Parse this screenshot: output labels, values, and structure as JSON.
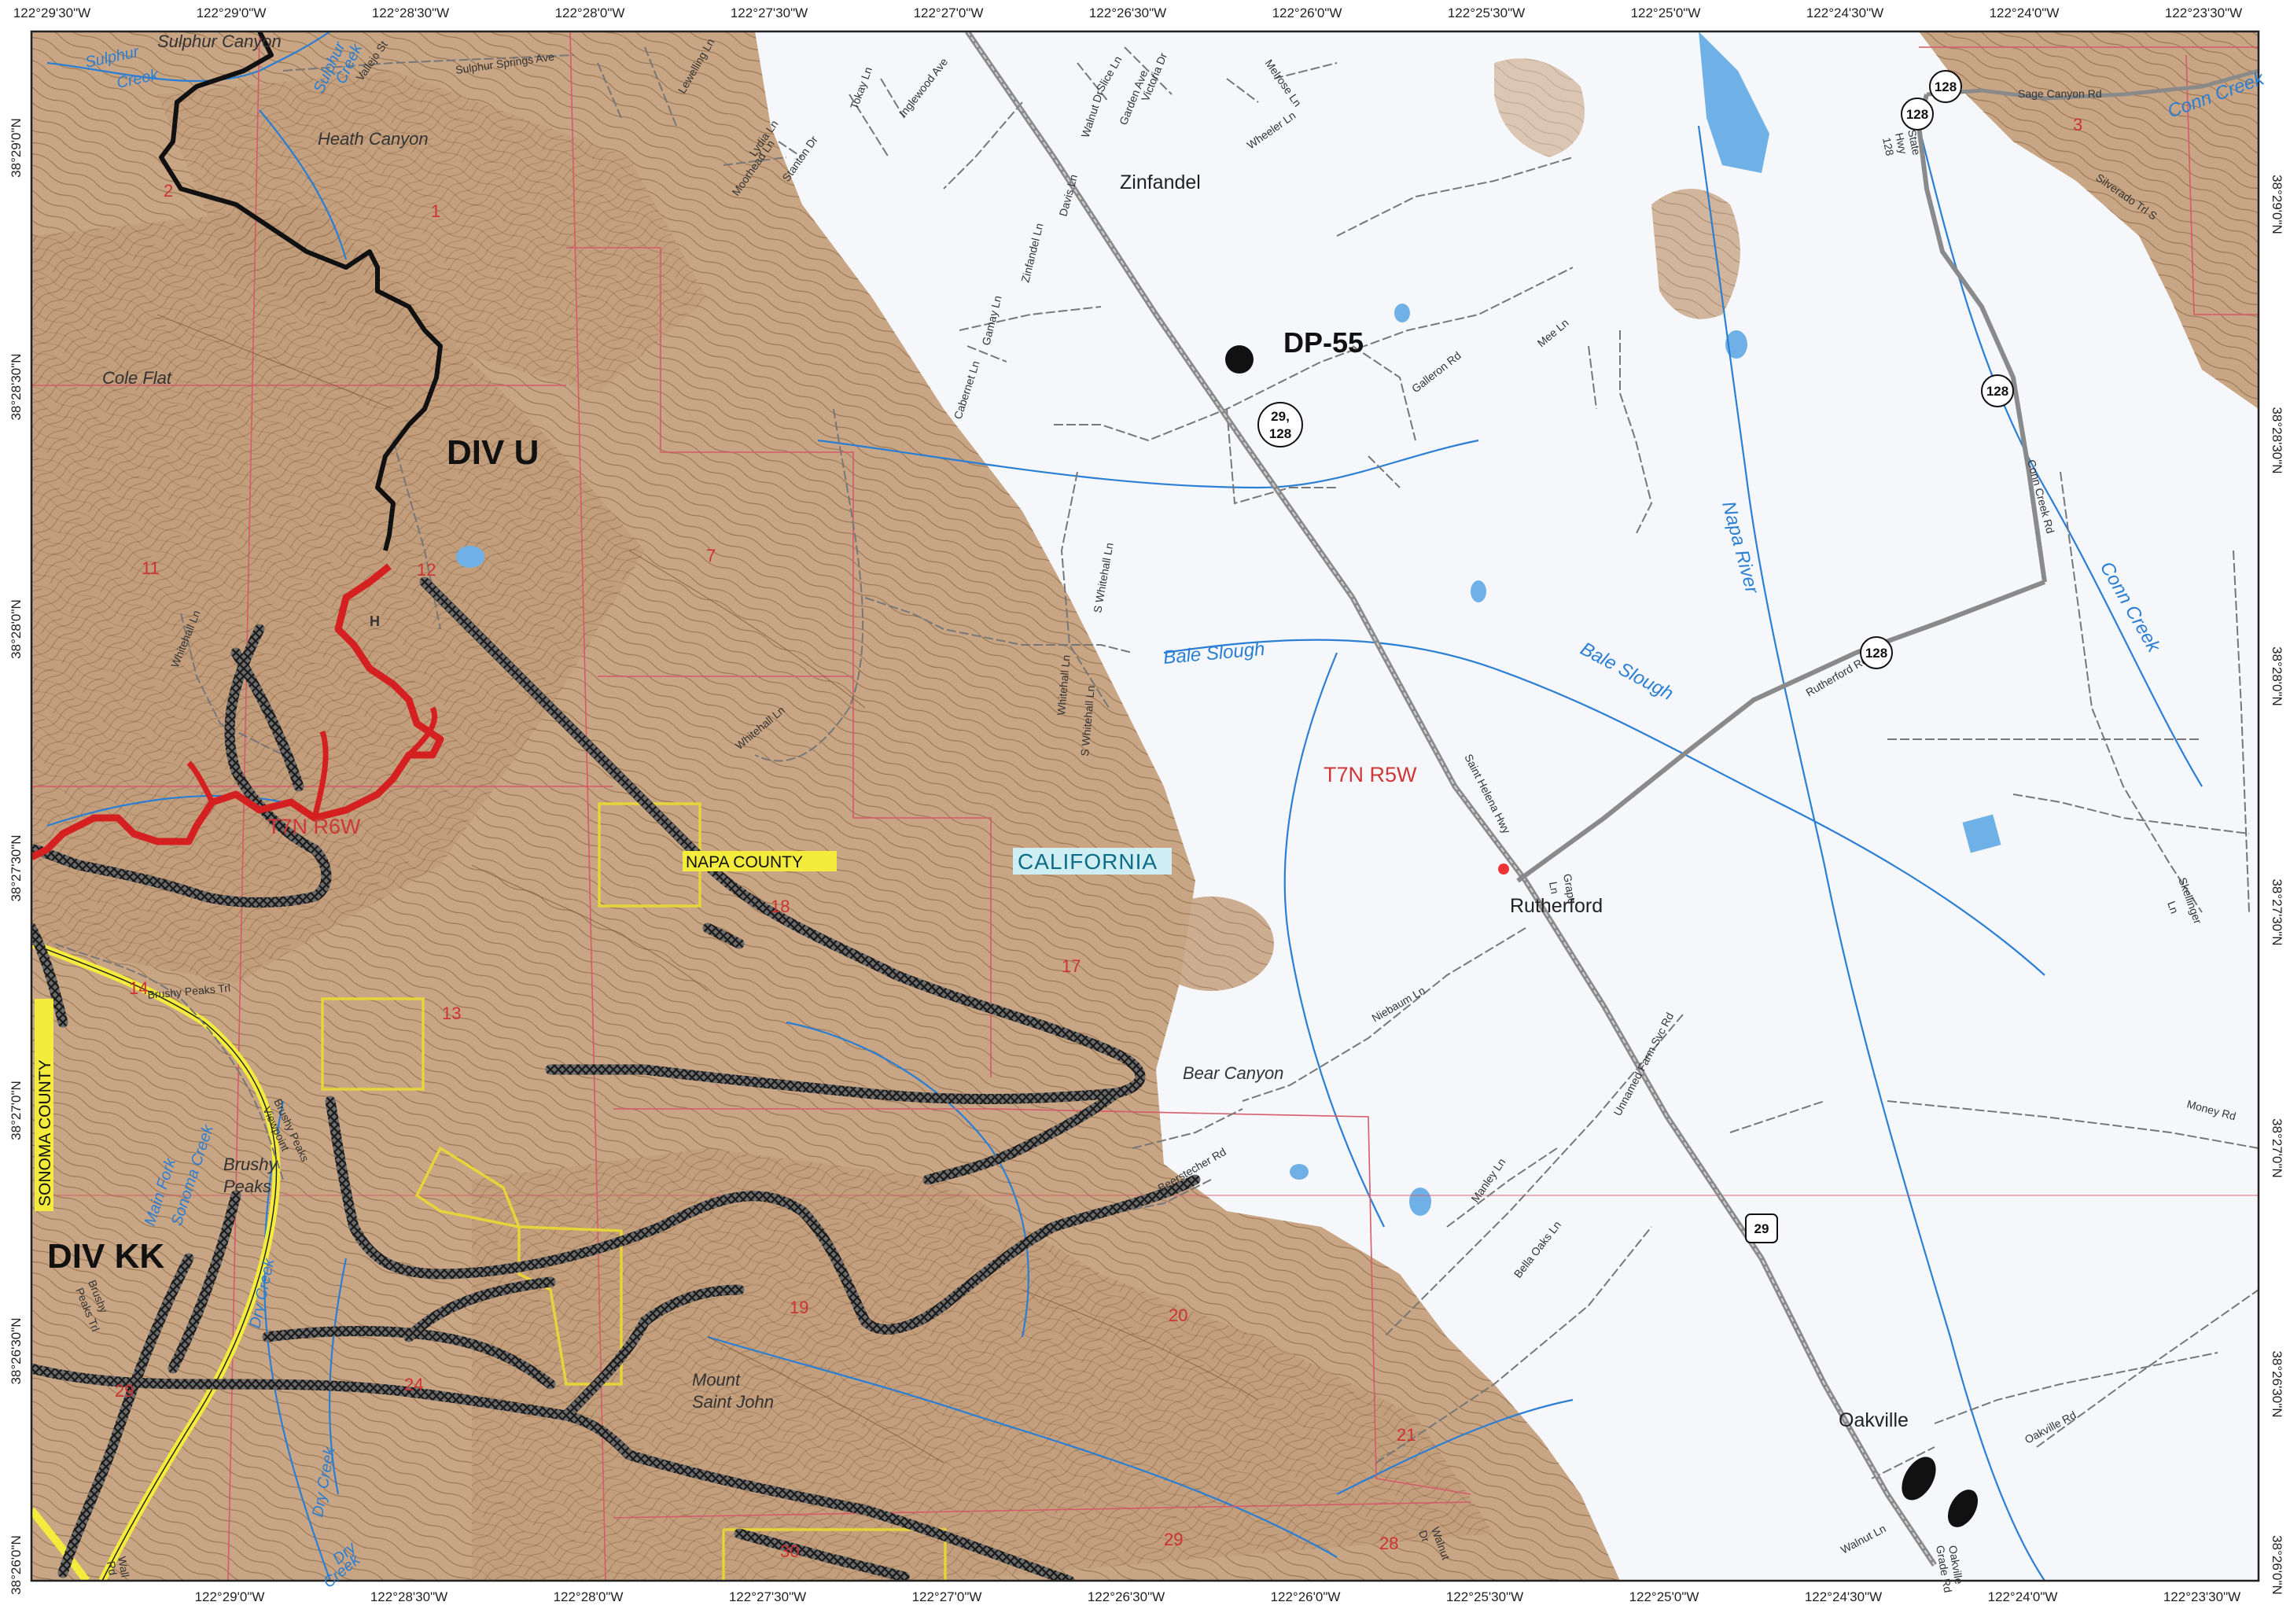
{
  "map": {
    "coordinates": {
      "top": [
        "122°29'30\"W",
        "122°29'0\"W",
        "122°28'30\"W",
        "122°28'0\"W",
        "122°27'30\"W",
        "122°27'0\"W",
        "122°26'30\"W",
        "122°26'0\"W",
        "122°25'30\"W",
        "122°25'0\"W",
        "122°24'30\"W",
        "122°24'0\"W",
        "122°23'30\"W"
      ],
      "bottom": [
        "122°29'0\"W",
        "122°28'30\"W",
        "122°28'0\"W",
        "122°27'30\"W",
        "122°27'0\"W",
        "122°26'30\"W",
        "122°26'0\"W",
        "122°25'30\"W",
        "122°25'0\"W",
        "122°24'30\"W",
        "122°24'0\"W",
        "122°23'30\"W"
      ],
      "left": [
        "38°29'0\"N",
        "38°28'30\"N",
        "38°28'0\"N",
        "38°27'30\"N",
        "38°27'0\"N",
        "38°26'30\"N",
        "38°26'0\"N"
      ],
      "right": [
        "38°29'0\"N",
        "38°28'30\"N",
        "38°28'0\"N",
        "38°27'30\"N",
        "38°27'0\"N",
        "38°26'30\"N",
        "38°26'0\"N"
      ]
    },
    "divisions": {
      "div_u": "DIV U",
      "div_kk": "DIV KK"
    },
    "drop_point": "DP-55",
    "towns": {
      "zinfandel": "Zinfandel",
      "rutherford": "Rutherford",
      "oakville": "Oakville"
    },
    "places": {
      "sulphur_canyon": "Sulphur Canyon",
      "heath_canyon": "Heath Canyon",
      "cole_flat": "Cole Flat",
      "bear_canyon": "Bear Canyon",
      "mount_saint_john_1": "Mount",
      "mount_saint_john_2": "Saint John",
      "brushy_peaks_1": "Brushy",
      "brushy_peaks_2": "Peaks"
    },
    "water": {
      "napa_river": "Napa River",
      "conn_creek_1": "Conn Creek",
      "conn_creek_2": "Conn Creek",
      "bale_slough_1": "Bale Slough",
      "bale_slough_2": "Bale Slough",
      "sulphur_creek_1": "Sulphur",
      "sulphur_creek_2": "Creek",
      "sulphur_creek_3": "Sulphur",
      "sulphur_creek_4": "Creek",
      "dry_creek_1": "Dry Creek",
      "dry_creek_2": "Dry Creek",
      "dry_creek_3": "Dry",
      "dry_creek_4": "Creek",
      "mark_west_1": "Main Fork",
      "mark_west_2": "Sonoma Creek"
    },
    "township": {
      "t7n_r5w": "T7N R5W",
      "t7n_r6w": "T7N R6W"
    },
    "counties": {
      "napa": "NAPA COUNTY",
      "sonoma": "SONOMA COUNTY"
    },
    "state": "CALIFORNIA",
    "sections": [
      "1",
      "2",
      "3",
      "7",
      "11",
      "12",
      "13",
      "14",
      "17",
      "18",
      "19",
      "20",
      "21",
      "24",
      "28",
      "29",
      "29",
      "30"
    ],
    "roads": {
      "sulphur_springs": "Sulphur Springs Ave",
      "vallejo": "Vallejo St",
      "lewelling": "Lewelling Ln",
      "tokay": "Tokay Ln",
      "inglewood": "Inglewood Ave",
      "slice": "Slice Ln",
      "victoria": "Victoria Dr",
      "garden": "Garden Ave",
      "melrose": "Melrose Ln",
      "wheeler": "Wheeler Ln",
      "moorhead": "Moorhead Ln",
      "lydia": "Lydia Ln",
      "stanton": "Stanton Dr",
      "walnut_dr": "Walnut Dr",
      "davis": "Davis Ln",
      "zinfandel": "Zinfandel Ln",
      "gamay": "Gamay Ln",
      "cabernet": "Cabernet Ln",
      "galleron": "Galleron Rd",
      "mee": "Mee Ln",
      "whitehall_s": "S Whitehall Ln",
      "whitehall": "Whitehall Ln",
      "whitehall_2": "Whitehall Ln",
      "whitehall_3": "Whitehall Ln",
      "whitehall_s2": "S Whitehall Ln",
      "saint_helena": "Saint Helena Hwy",
      "rutherford": "Rutherford Rd",
      "conn_creek_rd": "Conn Creek Rd",
      "grape_1": "Grape",
      "grape_2": "Ln",
      "niebaum": "Niebaum Ln",
      "unnamed_farm": "Unnamed Farm Svc Rd",
      "manley": "Manley Ln",
      "bella_oaks": "Bella Oaks Ln",
      "money": "Money Rd",
      "skellinger_1": "Skellinger",
      "skellinger_2": "Ln",
      "sage_canyon": "Sage Canyon Rd",
      "silverado": "Silverado Trl S",
      "state_hwy_1": "State",
      "state_hwy_2": "Hwy",
      "state_hwy_3": "128",
      "oakville_rd": "Oakville Rd",
      "oakville_grade_1": "Oakville",
      "oakville_grade_2": "Grade Rd",
      "walnut_ln": "Walnut Ln",
      "walnut_dr2_1": "Walnut",
      "walnut_dr2_2": "Dr",
      "brushy_peaks_trl": "Brushy Peaks Trl",
      "brushy_peaks_trl2_1": "Brushy",
      "brushy_peaks_trl2_2": "Peaks Trl",
      "brushy_peaks_vp_1": "Brushy Peaks",
      "brushy_peaks_vp_2": "Viewpoint",
      "beerstecher": "Beerstecher Rd",
      "wall_1": "Wall",
      "wall_2": "Rd",
      "h_marker": "H"
    },
    "shields": {
      "s128_a": "128",
      "s128_b": "128",
      "s128_c": "128",
      "s128_d": "128",
      "s29_128_a": "29,",
      "s29_128_b": "128",
      "s29": "29"
    },
    "colors": {
      "terrain": "#c9a887",
      "terrain_dark": "#b48d68",
      "contour": "#8b6744",
      "valley": "#f7f8fb",
      "water": "#2a7fd4",
      "lake": "#6fb1e6",
      "fire_perimeter": "#d42020",
      "line_black": "#111111",
      "dozer_line": "#3a3a3a",
      "section_line": "#d55a6a",
      "county": "#f4ec3c",
      "highway": "#888888"
    }
  }
}
